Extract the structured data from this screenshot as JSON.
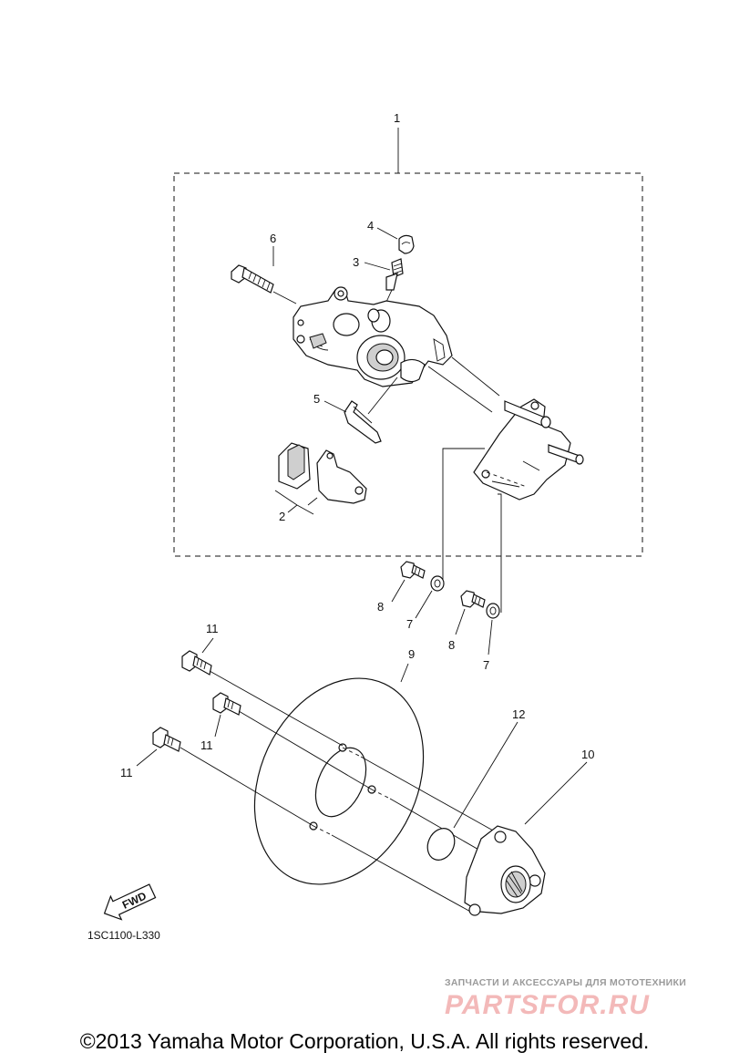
{
  "diagram": {
    "callouts": {
      "c1": "1",
      "c2": "2",
      "c3": "3",
      "c4": "4",
      "c5": "5",
      "c6": "6",
      "c7a": "7",
      "c7b": "7",
      "c8a": "8",
      "c8b": "8",
      "c9": "9",
      "c10": "10",
      "c11a": "11",
      "c11b": "11",
      "c11c": "11",
      "c12": "12"
    },
    "fwd_label": "FWD",
    "drawing_code": "1SC1100-L330"
  },
  "watermark": {
    "line1": "ЗАПЧАСТИ И АКСЕССУАРЫ ДЛЯ МОТОТЕХНИКИ",
    "line2": "PARTSFOR.RU"
  },
  "footer": {
    "copyright": "©2013 Yamaha Motor Corporation, U.S.A. All rights reserved."
  }
}
